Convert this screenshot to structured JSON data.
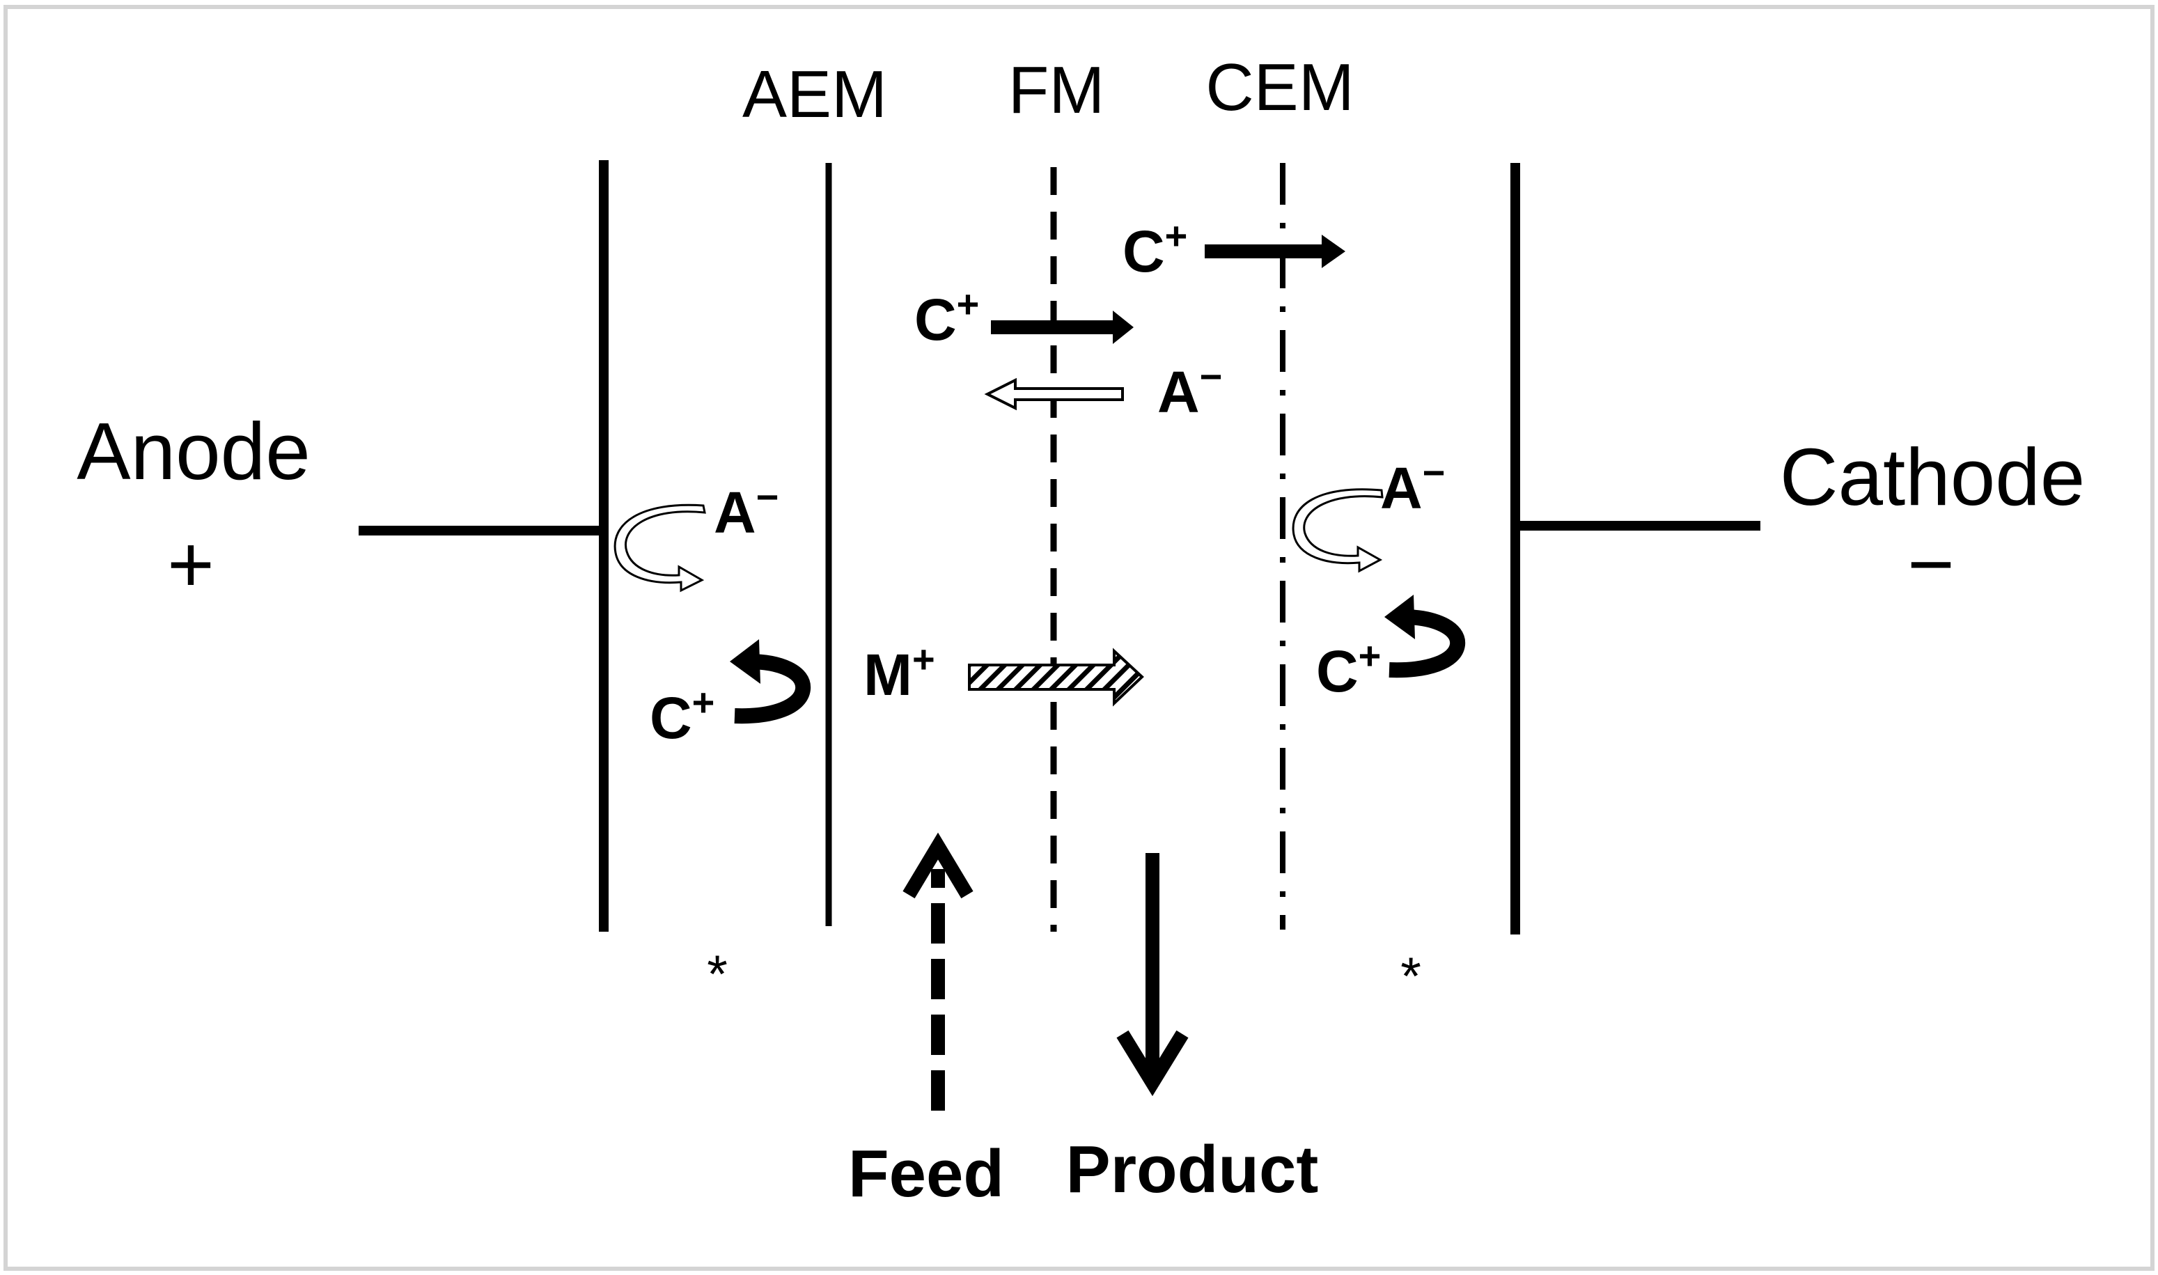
{
  "membranes": {
    "aem": "AEM",
    "fm": "FM",
    "cem": "CEM"
  },
  "electrodes": {
    "anode": "Anode",
    "anode_sign": "+",
    "cathode": "Cathode",
    "cathode_sign": "−"
  },
  "ions": {
    "cation": "C",
    "anion": "A",
    "metal": "M",
    "plus": "+",
    "minus": "−"
  },
  "marks": {
    "asterisk": "*"
  },
  "streams": {
    "feed": "Feed",
    "product": "Product"
  }
}
